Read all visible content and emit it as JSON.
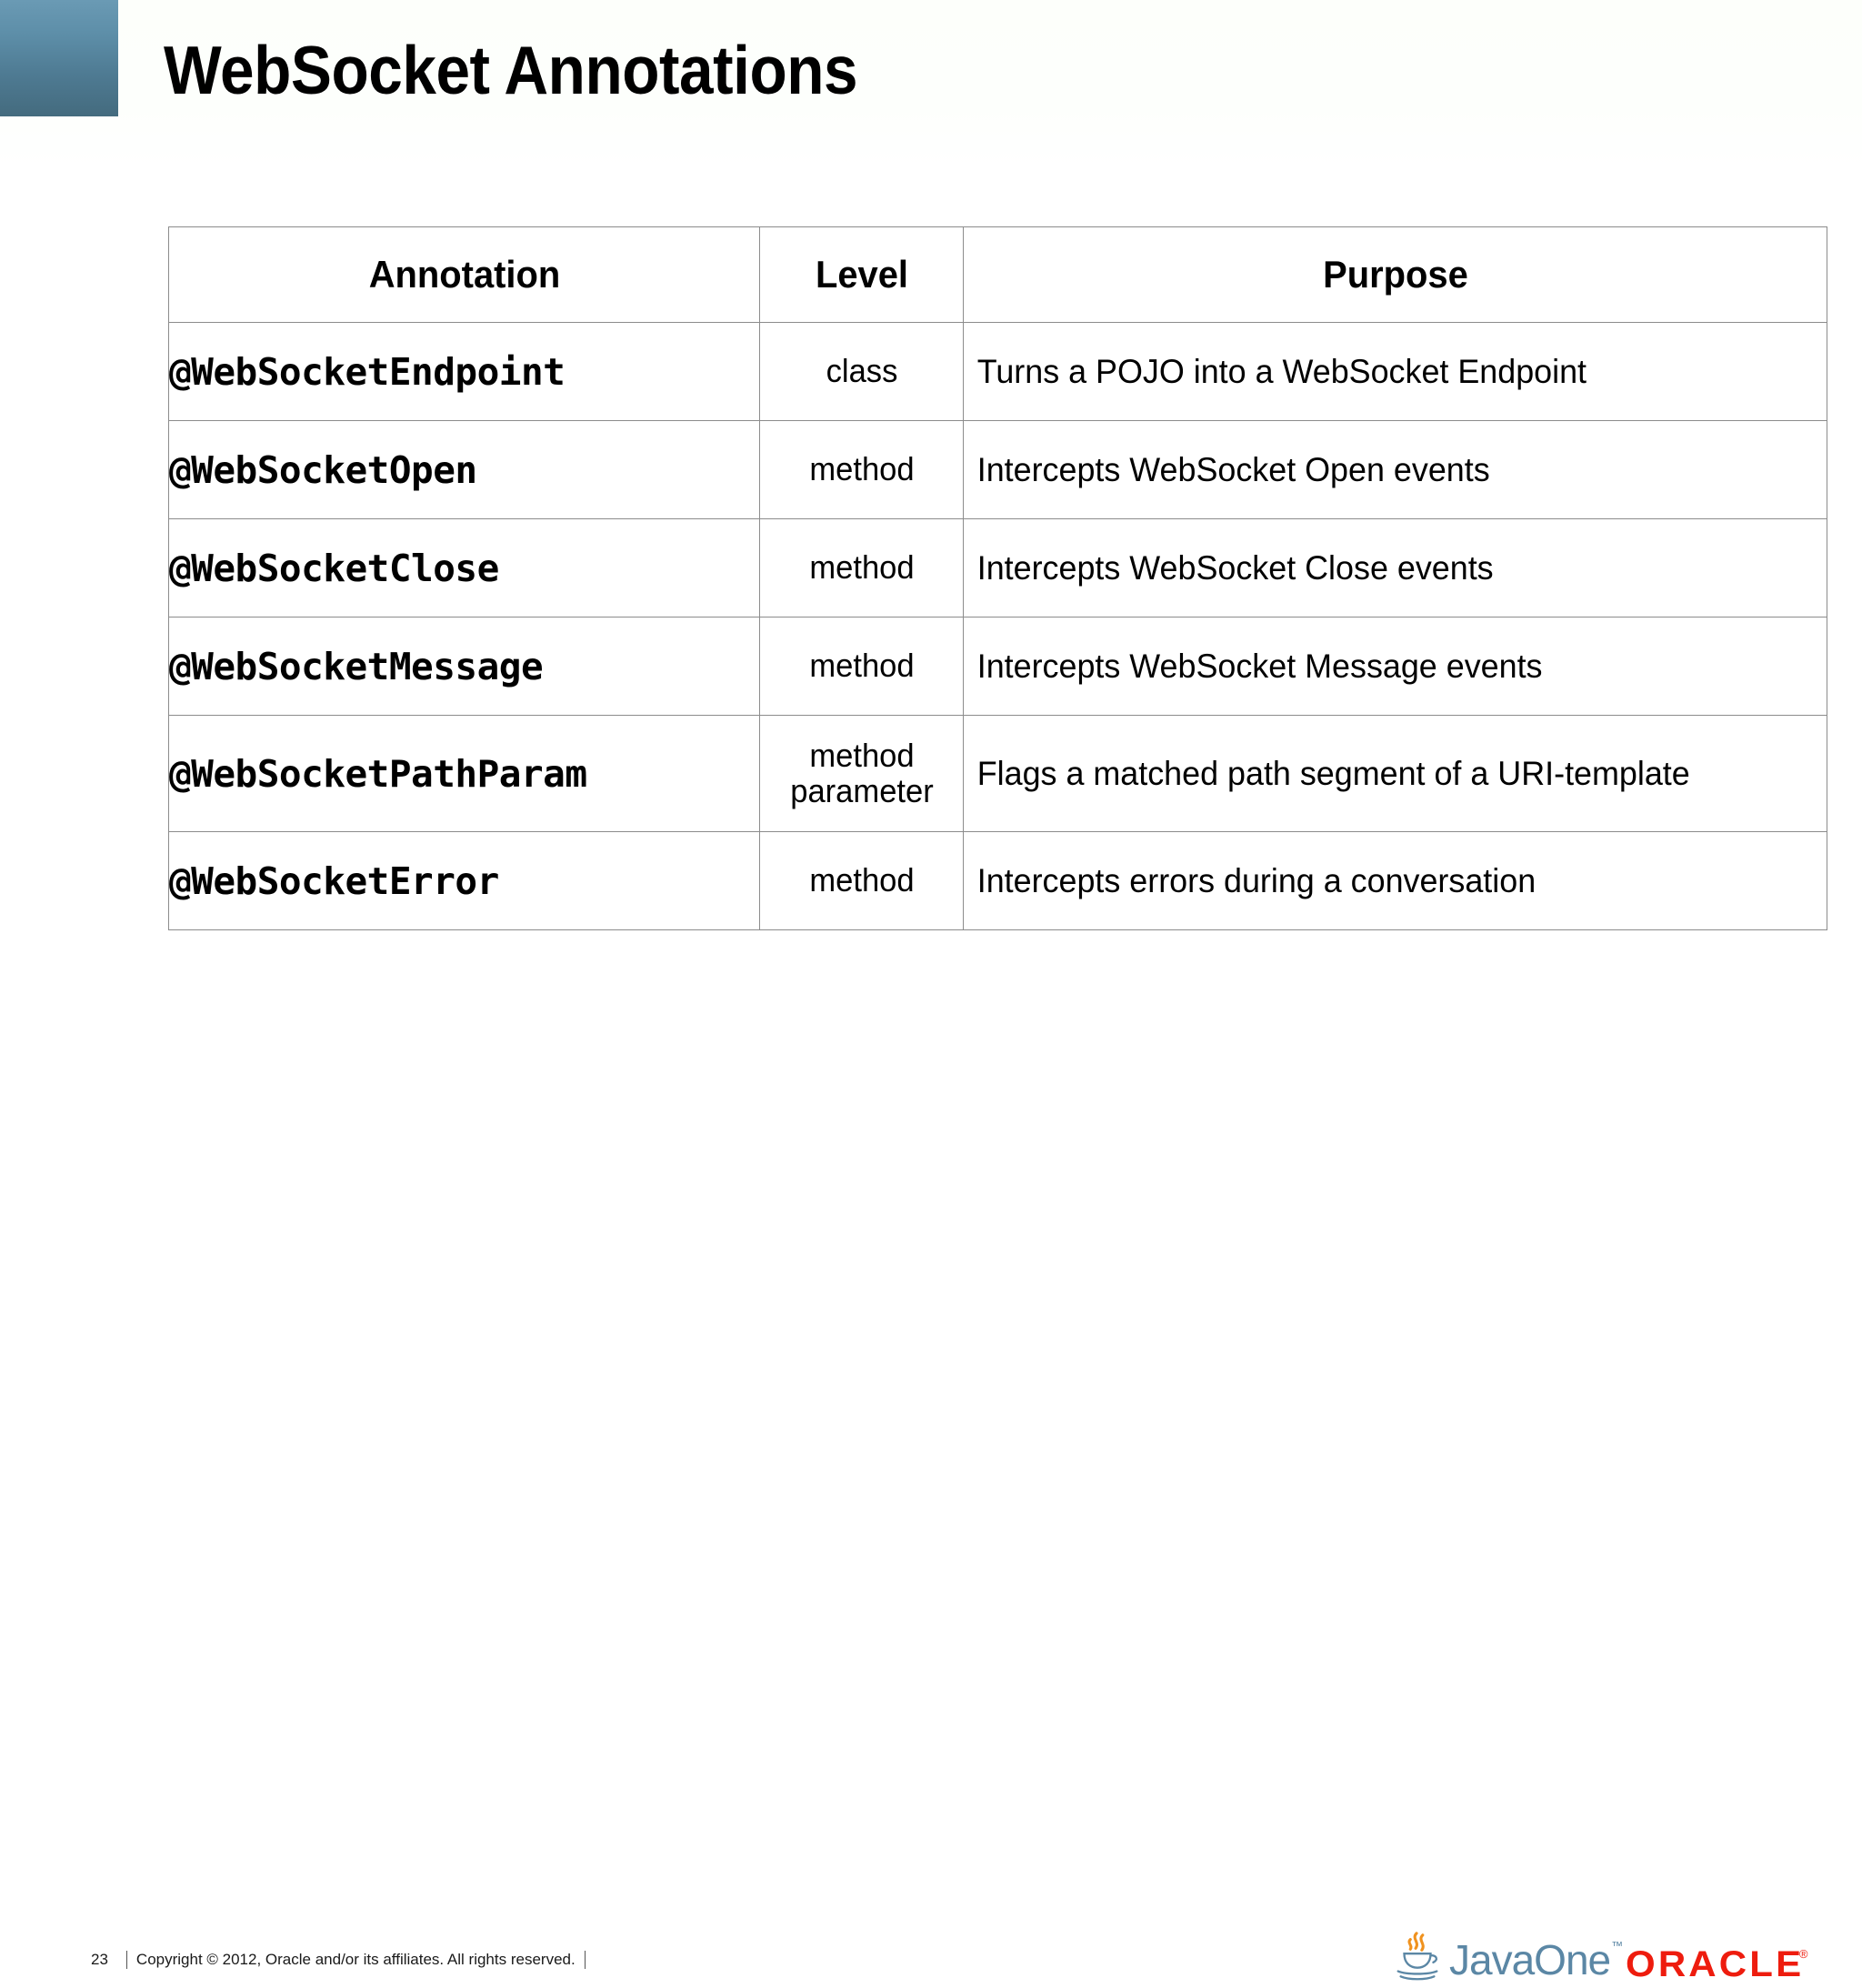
{
  "slide": {
    "title": "WebSocket Annotations",
    "background_color": "#ffffff",
    "accent_block_color_top": "#6a9ab4",
    "accent_block_color_bottom": "#446b7e"
  },
  "table": {
    "headers": [
      "Annotation",
      "Level",
      "Purpose"
    ],
    "rows": [
      {
        "annotation": "@WebSocketEndpoint",
        "level": "class",
        "level_line2": "",
        "purpose": "Turns a POJO into a WebSocket Endpoint"
      },
      {
        "annotation": "@WebSocketOpen",
        "level": "method",
        "level_line2": "",
        "purpose": "Intercepts WebSocket Open events"
      },
      {
        "annotation": "@WebSocketClose",
        "level": "method",
        "level_line2": "",
        "purpose": "Intercepts WebSocket Close events"
      },
      {
        "annotation": "@WebSocketMessage",
        "level": "method",
        "level_line2": "",
        "purpose": "Intercepts WebSocket Message events"
      },
      {
        "annotation": "@WebSocketPathParam",
        "level": "method",
        "level_line2": "parameter",
        "purpose": "Flags a matched path segment of a URI-template"
      },
      {
        "annotation": "@WebSocketError",
        "level": "method",
        "level_line2": "",
        "purpose": "Intercepts errors during a conversation"
      }
    ]
  },
  "footer": {
    "page_number": "23",
    "copyright": "Copyright © 2012, Oracle and/or its affiliates. All rights reserved.",
    "javaone_text": "JavaOne",
    "javaone_trademark": "™",
    "javaone_color": "#5b87a5",
    "java_steam_color": "#f0921e",
    "oracle_text": "ORACLE",
    "oracle_registered": "®",
    "oracle_color": "#ee1c0e"
  }
}
